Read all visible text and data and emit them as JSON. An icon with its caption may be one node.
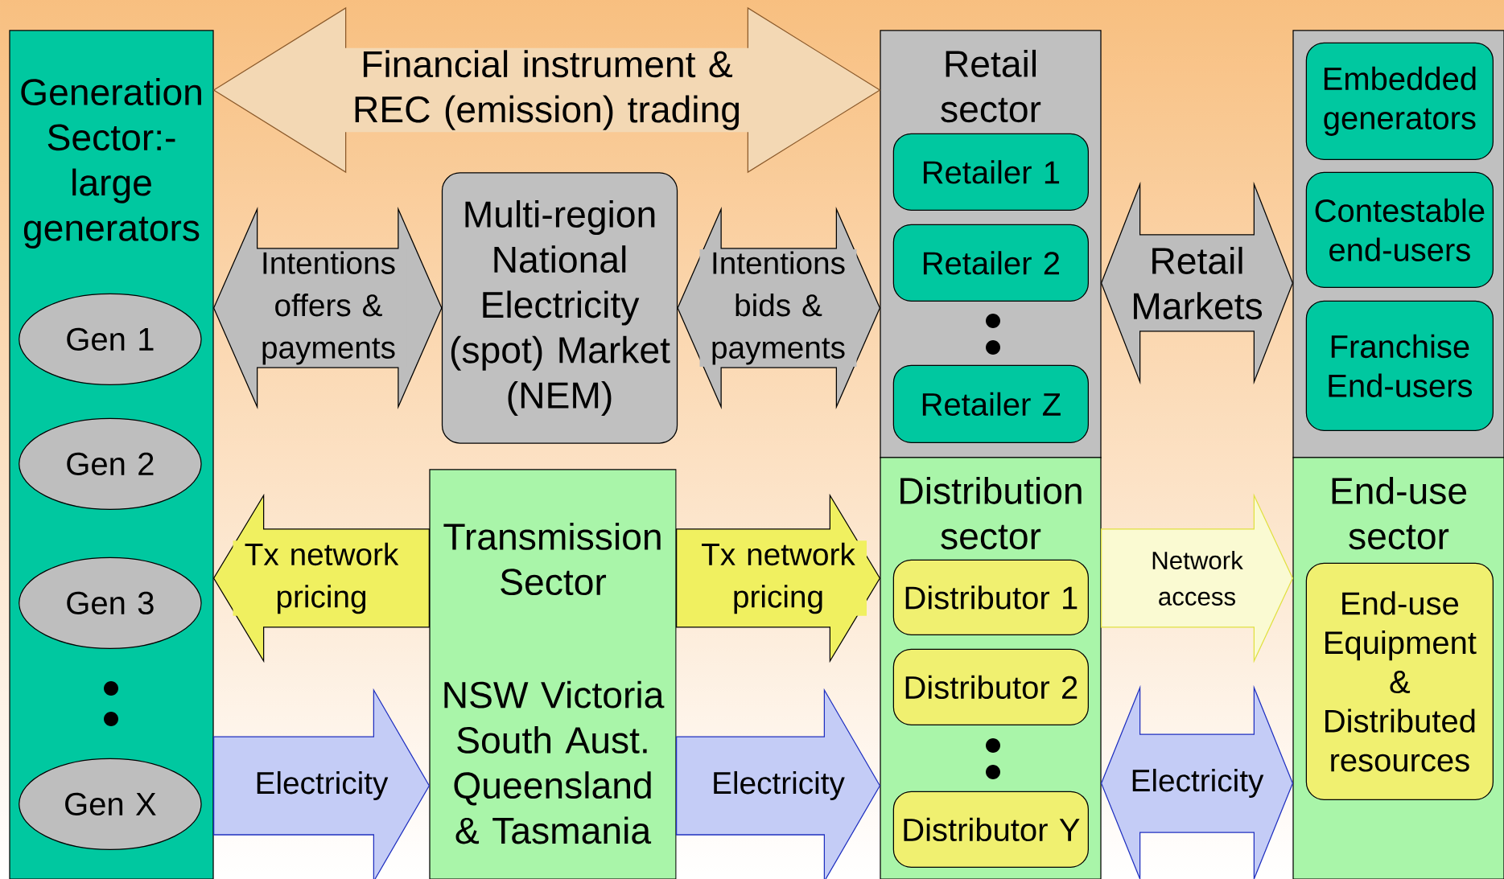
{
  "diagram": {
    "nodes": [
      {
        "text": [
          "Generation Sector:- large generators"
        ]
      },
      {
        "text": [
          "Gen 1"
        ],
        "in": 0
      },
      {
        "text": [
          "Gen 2"
        ],
        "in": 0
      },
      {
        "text": [
          "Gen 3"
        ],
        "in": 0
      },
      {
        "text": [
          "Gen X"
        ],
        "in": 0
      },
      {
        "text": [
          "Multi-region National Electricity (spot) Market (NEM)"
        ]
      },
      {
        "text": [
          "Retail sector"
        ]
      },
      {
        "text": [
          "Retailer 1"
        ],
        "in": 6
      },
      {
        "text": [
          "Retailer 2"
        ],
        "in": 6
      },
      {
        "text": [
          "Retailer Z"
        ],
        "in": 6
      },
      {
        "text": [],
        "shape": "box"
      },
      {
        "text": [
          "Embedded generators"
        ],
        "in": 10
      },
      {
        "text": [
          "Contestable end-users"
        ],
        "in": 10
      },
      {
        "text": [
          "Franchise End-users"
        ],
        "in": 10
      },
      {
        "text": [
          "Transmission Sector",
          "NSW Victoria South Aust. Queensland & Tasmania"
        ]
      },
      {
        "text": [
          "Distribution sector"
        ]
      },
      {
        "text": [
          "Distributor 1"
        ],
        "in": 15
      },
      {
        "text": [
          "Distributor 2"
        ],
        "in": 15
      },
      {
        "text": [
          "Distributor Y"
        ],
        "in": 15
      },
      {
        "text": [
          "End-use sector"
        ]
      },
      {
        "text": [
          "End-use Equipment & Distributed resources"
        ],
        "in": 19
      }
    ],
    "edges": [
      {
        "from": 0,
        "to": 6,
        "arrow": "both",
        "label": "Financial instrument & REC (emission) trading",
        "color": "#8b5a2b"
      },
      {
        "from": 0,
        "to": 5,
        "arrow": "both",
        "label": "Intentions offers & payments",
        "color": "#bdbdbd"
      },
      {
        "from": 5,
        "to": 6,
        "arrow": "both",
        "label": "Intentions bids & payments",
        "color": "#bdbdbd"
      },
      {
        "from": 6,
        "to": 10,
        "arrow": "both",
        "label": "Retail Markets",
        "color": "#bdbdbd"
      },
      {
        "from": 14,
        "to": 0,
        "arrow": "to",
        "label": "Tx network pricing",
        "color": "#f0f060"
      },
      {
        "from": 14,
        "to": 15,
        "arrow": "to",
        "label": "Tx network pricing",
        "color": "#f0f060"
      },
      {
        "from": 0,
        "to": 14,
        "arrow": "to",
        "label": "Electricity",
        "color": "#2030c0"
      },
      {
        "from": 14,
        "to": 15,
        "arrow": "to",
        "label": "Electricity",
        "color": "#2030c0"
      },
      {
        "from": 15,
        "to": 19,
        "arrow": "both",
        "label": "Electricity",
        "color": "#2030c0"
      },
      {
        "from": 15,
        "to": 19,
        "arrow": "to",
        "label": "Network access",
        "color": "#e0e040"
      }
    ]
  }
}
